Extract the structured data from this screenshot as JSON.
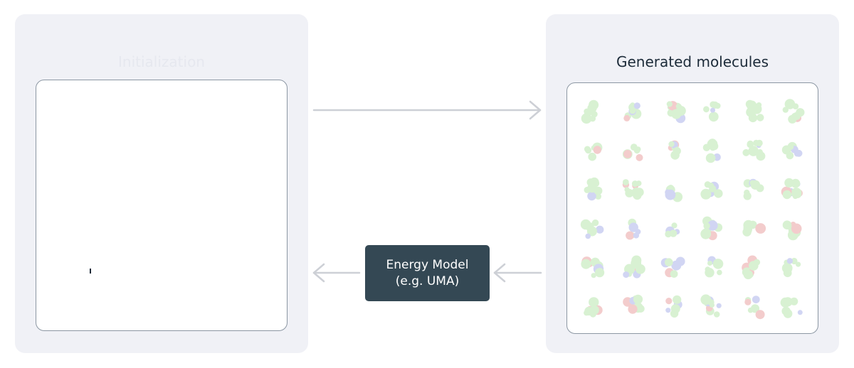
{
  "left_panel": {
    "title": "Initialization"
  },
  "right_panel": {
    "title": "Generated molecules"
  },
  "energy_model": {
    "line1": "Energy Model",
    "line2": "(e.g. UMA)"
  },
  "colors": {
    "panel_bg": "#f0f1f6",
    "frame_border": "#8c97a3",
    "arrow": "#cdd0d6",
    "box_bg": "#344854",
    "title_text": "#1c2b39",
    "molecule_green": "#7fd46e",
    "molecule_blue": "#6a78d8",
    "molecule_red": "#d85a5a"
  },
  "molecule_grid": {
    "rows": 6,
    "cols": 6
  }
}
